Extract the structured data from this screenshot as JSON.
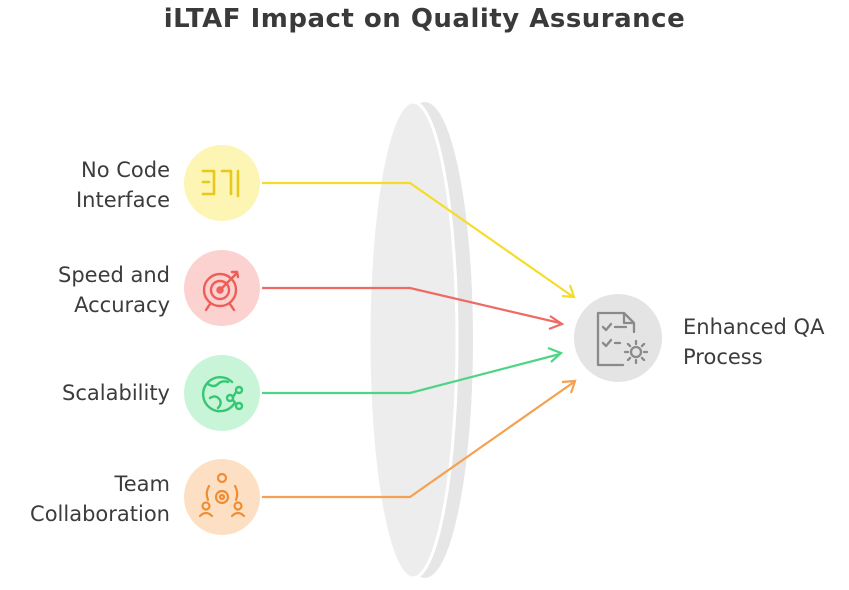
{
  "title": "iLTAF Impact on Quality Assurance",
  "inputs": [
    {
      "label": "No Code\nInterface",
      "icon": "no-code-icon",
      "color": "#f5dc2c",
      "bg": "#fcf5b3"
    },
    {
      "label": "Speed and\nAccuracy",
      "icon": "target-icon",
      "color": "#ee6a63",
      "bg": "#fcd2d0"
    },
    {
      "label": "Scalability",
      "icon": "globe-network-icon",
      "color": "#4ed486",
      "bg": "#c8f4d8"
    },
    {
      "label": "Team\nCollaboration",
      "icon": "team-gear-icon",
      "color": "#f4a151",
      "bg": "#fde0c3"
    }
  ],
  "output": {
    "label": "Enhanced QA\nProcess",
    "icon": "checklist-gear-icon",
    "color": "#8a8a8a",
    "bg": "#e4e4e4"
  }
}
